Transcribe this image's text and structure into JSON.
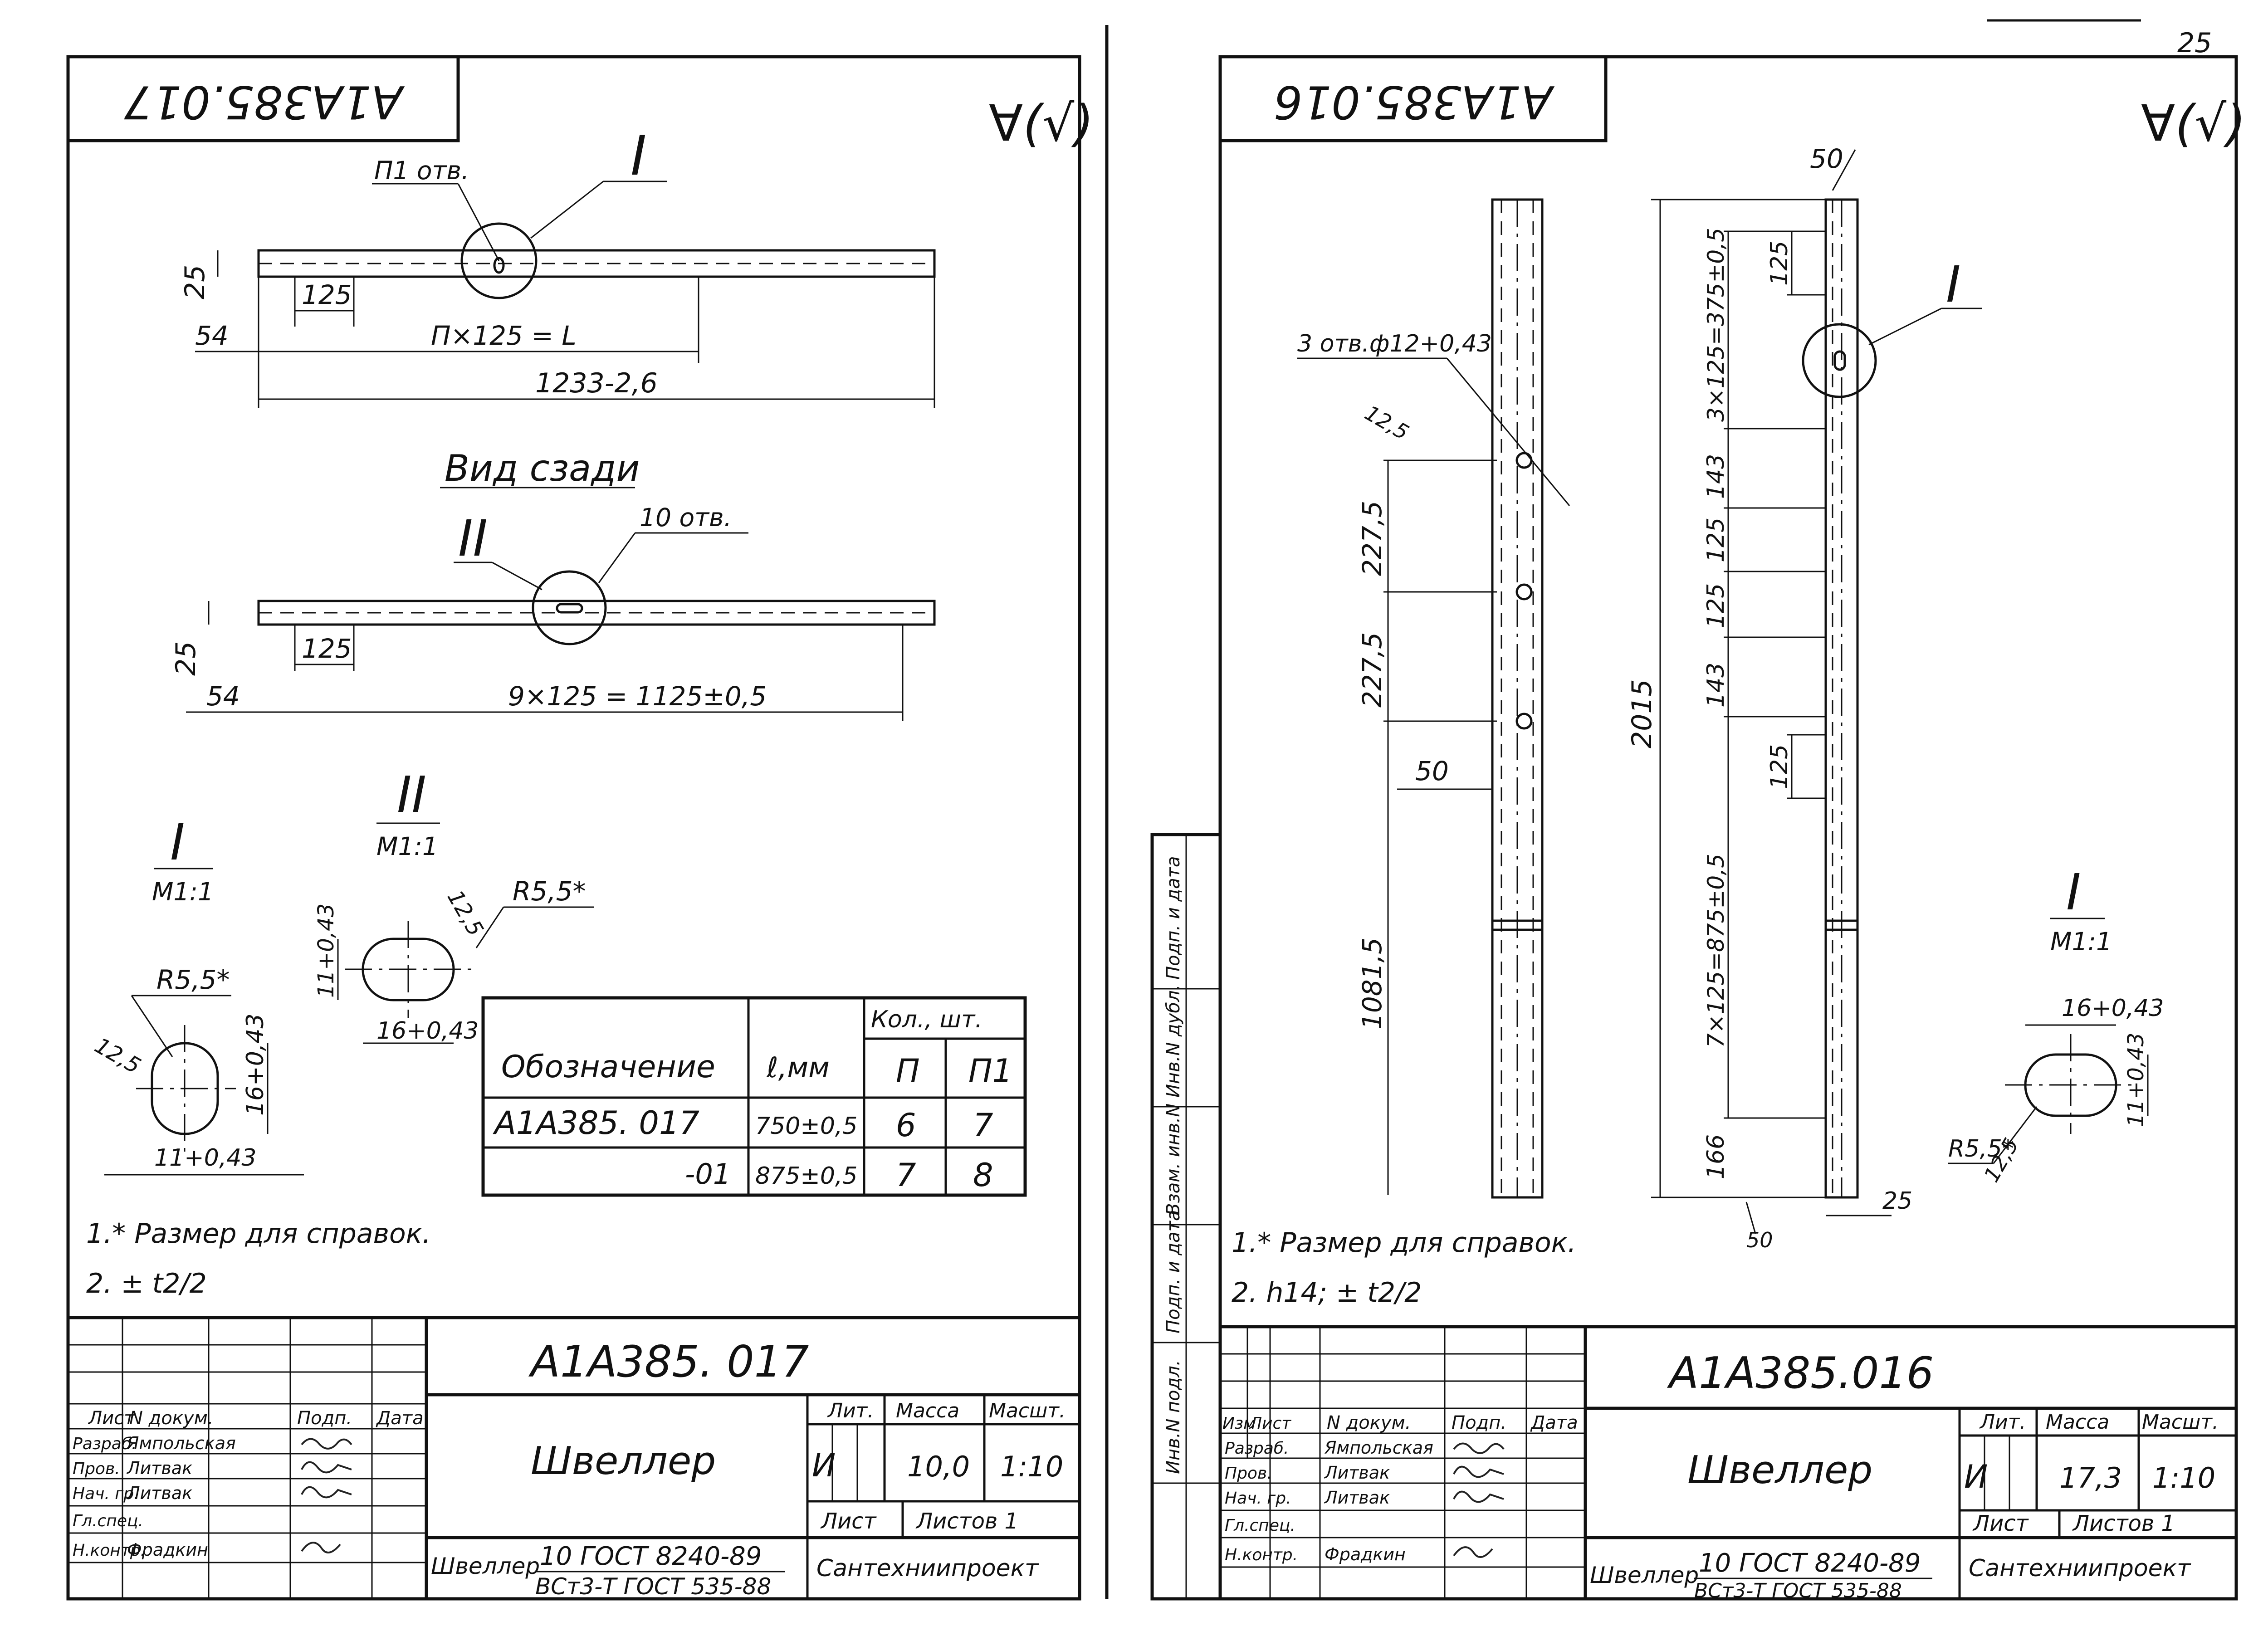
{
  "page_number": "25",
  "left": {
    "stamp_code": "А1А385.017",
    "roughness": "∀(√)",
    "top_view": {
      "holes_note": "П1 отв.",
      "callout": "I",
      "dim_height": "25",
      "dim_step": "125",
      "dim_offset": "54",
      "dim_pattern": "П×125 = L",
      "dim_length": "1233-2,6"
    },
    "rear_view": {
      "title": "Вид сзади",
      "callout": "II",
      "holes_note": "10 отв.",
      "dim_height": "25",
      "dim_step": "125",
      "dim_offset": "54",
      "dim_pattern": "9×125 = 1125±0,5"
    },
    "detail_1": {
      "label": "I",
      "scale": "М1:1",
      "radius": "R5,5*",
      "roughness": "12,5",
      "height": "16+0,43",
      "width": "11+0,43"
    },
    "detail_2": {
      "label": "II",
      "scale": "М1:1",
      "radius": "R5,5*",
      "roughness": "12,5",
      "height": "11+0,43",
      "width": "16+0,43"
    },
    "table": {
      "qty_header": "Кол., шт.",
      "col_designation": "Обозначение",
      "col_length": "ℓ,мм",
      "col_n": "П",
      "col_n1": "П1",
      "rows": [
        {
          "designation": "А1А385. 017",
          "length": "750±0,5",
          "n": "6",
          "n1": "7"
        },
        {
          "designation": "-01",
          "length": "875±0,5",
          "n": "7",
          "n1": "8"
        }
      ]
    },
    "notes": [
      "1.* Размер для справок.",
      "2. ± t2/2"
    ],
    "title_block": {
      "code": "А1А385. 017",
      "name": "Швеллер",
      "lit_header": "Лит.",
      "mass_header": "Масса",
      "scale_header": "Масшт.",
      "lit": "И",
      "mass": "10,0",
      "scale": "1:10",
      "sheet_label": "Лист",
      "sheets_label": "Листов 1",
      "material_prefix": "Швеллер",
      "material_top": "10 ГОСТ 8240-89",
      "material_bottom": "ВСт3-Т ГОСТ 535-88",
      "org": "Сантехниипроект",
      "col_headers": [
        "Лист",
        "N докум.",
        "Подп.",
        "Дата"
      ],
      "roles": [
        {
          "role": "Разраб.",
          "name": "Ямпольская"
        },
        {
          "role": "Пров.",
          "name": "Литвак"
        },
        {
          "role": "Нач. гр.",
          "name": "Литвак"
        },
        {
          "role": "Гл.спец.",
          "name": ""
        },
        {
          "role": "Н.контр.",
          "name": "Фрадкин"
        }
      ]
    }
  },
  "right": {
    "stamp_code": "А1А385.016",
    "roughness": "∀(√)",
    "holes_note": "3 отв.ф12+0,43",
    "hole_roughness": "12,5",
    "callout": "I",
    "dims_left": [
      "227,5",
      "227,5",
      "1081,5",
      "50"
    ],
    "dims_right": [
      "125",
      "3×125=375±0,5",
      "143",
      "125",
      "125",
      "143",
      "2015",
      "125",
      "7×125=875±0,5",
      "166"
    ],
    "dim_top_rough": "50",
    "dim_bottom_rough": "50",
    "dim_flange": "25",
    "detail": {
      "label": "I",
      "scale": "М1:1",
      "width": "16+0,43",
      "height": "11+0,43",
      "radius": "R5,5*",
      "roughness": "12,5"
    },
    "notes": [
      "1.* Размер для справок.",
      "2. h14; ± t2/2"
    ],
    "side_stamp": [
      "Подп. и дата",
      "Инв.N дубл.",
      "Взам. инв.N",
      "Подп. и дата",
      "Инв.N подл."
    ],
    "title_block": {
      "code": "А1А385.016",
      "name": "Швеллер",
      "lit_header": "Лит.",
      "mass_header": "Масса",
      "scale_header": "Масшт.",
      "lit": "И",
      "mass": "17,3",
      "scale": "1:10",
      "sheet_label": "Лист",
      "sheets_label": "Листов 1",
      "material_prefix": "Швеллер",
      "material_top": "10 ГОСТ 8240-89",
      "material_bottom": "ВСт3-Т ГОСТ 535-88",
      "org": "Сантехниипроект",
      "col_headers": [
        "Изм",
        "Лист",
        "N докум.",
        "Подп.",
        "Дата"
      ],
      "roles": [
        {
          "role": "Разраб.",
          "name": "Ямпольская"
        },
        {
          "role": "Пров.",
          "name": "Литвак"
        },
        {
          "role": "Нач. гр.",
          "name": "Литвак"
        },
        {
          "role": "Гл.спец.",
          "name": ""
        },
        {
          "role": "Н.контр.",
          "name": "Фрадкин"
        }
      ]
    }
  }
}
